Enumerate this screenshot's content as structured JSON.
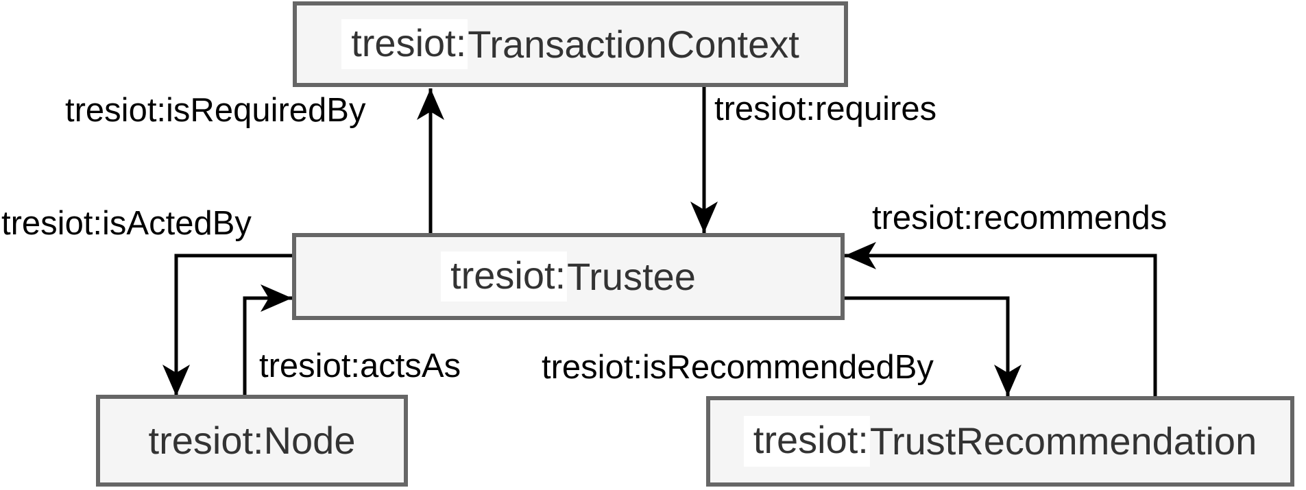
{
  "diagram": {
    "type": "ontology-class-diagram",
    "colors": {
      "node_fill": "#f5f5f5",
      "node_border": "#666666",
      "node_text": "#333333",
      "edge_line": "#000000",
      "edge_label_text": "#000000",
      "prefix_highlight": "#ffffff"
    },
    "nodes": [
      {
        "id": "transaction-context",
        "prefix": "tresiot:",
        "name": "TransactionContext",
        "prefix_highlighted": true
      },
      {
        "id": "trustee",
        "prefix": "tresiot:",
        "name": "Trustee",
        "prefix_highlighted": true
      },
      {
        "id": "node",
        "prefix": "tresiot:",
        "name": "Node",
        "prefix_highlighted": false
      },
      {
        "id": "trust-recommendation",
        "prefix": "tresiot:",
        "name": "TrustRecommendation",
        "prefix_highlighted": true
      }
    ],
    "edges": [
      {
        "id": "is-required-by",
        "label": "tresiot:isRequiredBy",
        "from": "trustee",
        "to": "transaction-context"
      },
      {
        "id": "requires",
        "label": "tresiot:requires",
        "from": "transaction-context",
        "to": "trustee"
      },
      {
        "id": "is-acted-by",
        "label": "tresiot:isActedBy",
        "from": "trustee",
        "to": "node"
      },
      {
        "id": "acts-as",
        "label": "tresiot:actsAs",
        "from": "node",
        "to": "trustee"
      },
      {
        "id": "recommends",
        "label": "tresiot:recommends",
        "from": "trust-recommendation",
        "to": "trustee"
      },
      {
        "id": "is-recommended-by",
        "label": "tresiot:isRecommendedBy",
        "from": "trustee",
        "to": "trust-recommendation"
      }
    ]
  }
}
